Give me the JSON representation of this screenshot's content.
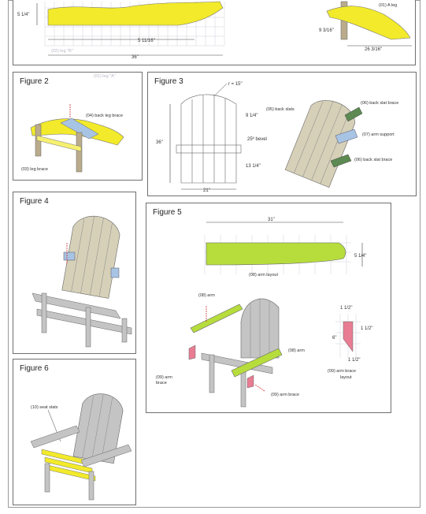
{
  "figure1": {
    "dim_left": "5 1/4\"",
    "dim_mid": "5 11/16\"",
    "dim_total": "36\"",
    "faint_label": "(02) leg \"B\"",
    "a_leg_label": "(01) A leg",
    "dim_height": "9 3/16\"",
    "dim_width": "26 3/16\""
  },
  "figure2": {
    "title": "Figure 2",
    "faint_label": "(01) leg \"A\"",
    "back_leg_brace": "(04) back leg brace",
    "leg_brace": "(03) leg brace"
  },
  "figure3": {
    "title": "Figure 3",
    "r_label": "r = 15\"",
    "dim_9_14": "9 1/4\"",
    "dim_36": "36\"",
    "bevel": "25º bevel",
    "dim_13_14": "13 1/4\"",
    "dim_21": "21\"",
    "back_slats": "(05) back slats",
    "back_slat_brace_top": "(06) back slat brace",
    "arm_support": "(07) arm support",
    "back_slat_brace_bottom": "(06) back slat brace"
  },
  "figure4": {
    "title": "Figure 4"
  },
  "figure5": {
    "title": "Figure 5",
    "dim_31": "31\"",
    "dim_5_14": "5 1/4\"",
    "arm_layout": "(08) arm layout",
    "arm_top": "(08) arm",
    "arm_right": "(08) arm",
    "arm_brace_left_1": "(09) arm",
    "arm_brace_left_2": "brace",
    "arm_brace_bottom": "(09) arm brace",
    "dim_1_12_top": "1 1/2\"",
    "dim_1_12_right": "1 1/2\"",
    "dim_6": "6\"",
    "dim_1_12_bottom": "1 1/2\"",
    "brace_layout_1": "(09) arm brace",
    "brace_layout_2": "layout"
  },
  "figure6": {
    "title": "Figure 6",
    "seat_slats": "(10) seat slats"
  },
  "colors": {
    "leg_yellow": "#f2ea2a",
    "brace_blue": "#a8c4e4",
    "wood_tan": "#d6d0b8",
    "brace_green": "#5c8a52",
    "arm_green": "#b6dd3c",
    "arm_brace_pink": "#e87c92",
    "chair_gray": "#c4c4c4"
  }
}
